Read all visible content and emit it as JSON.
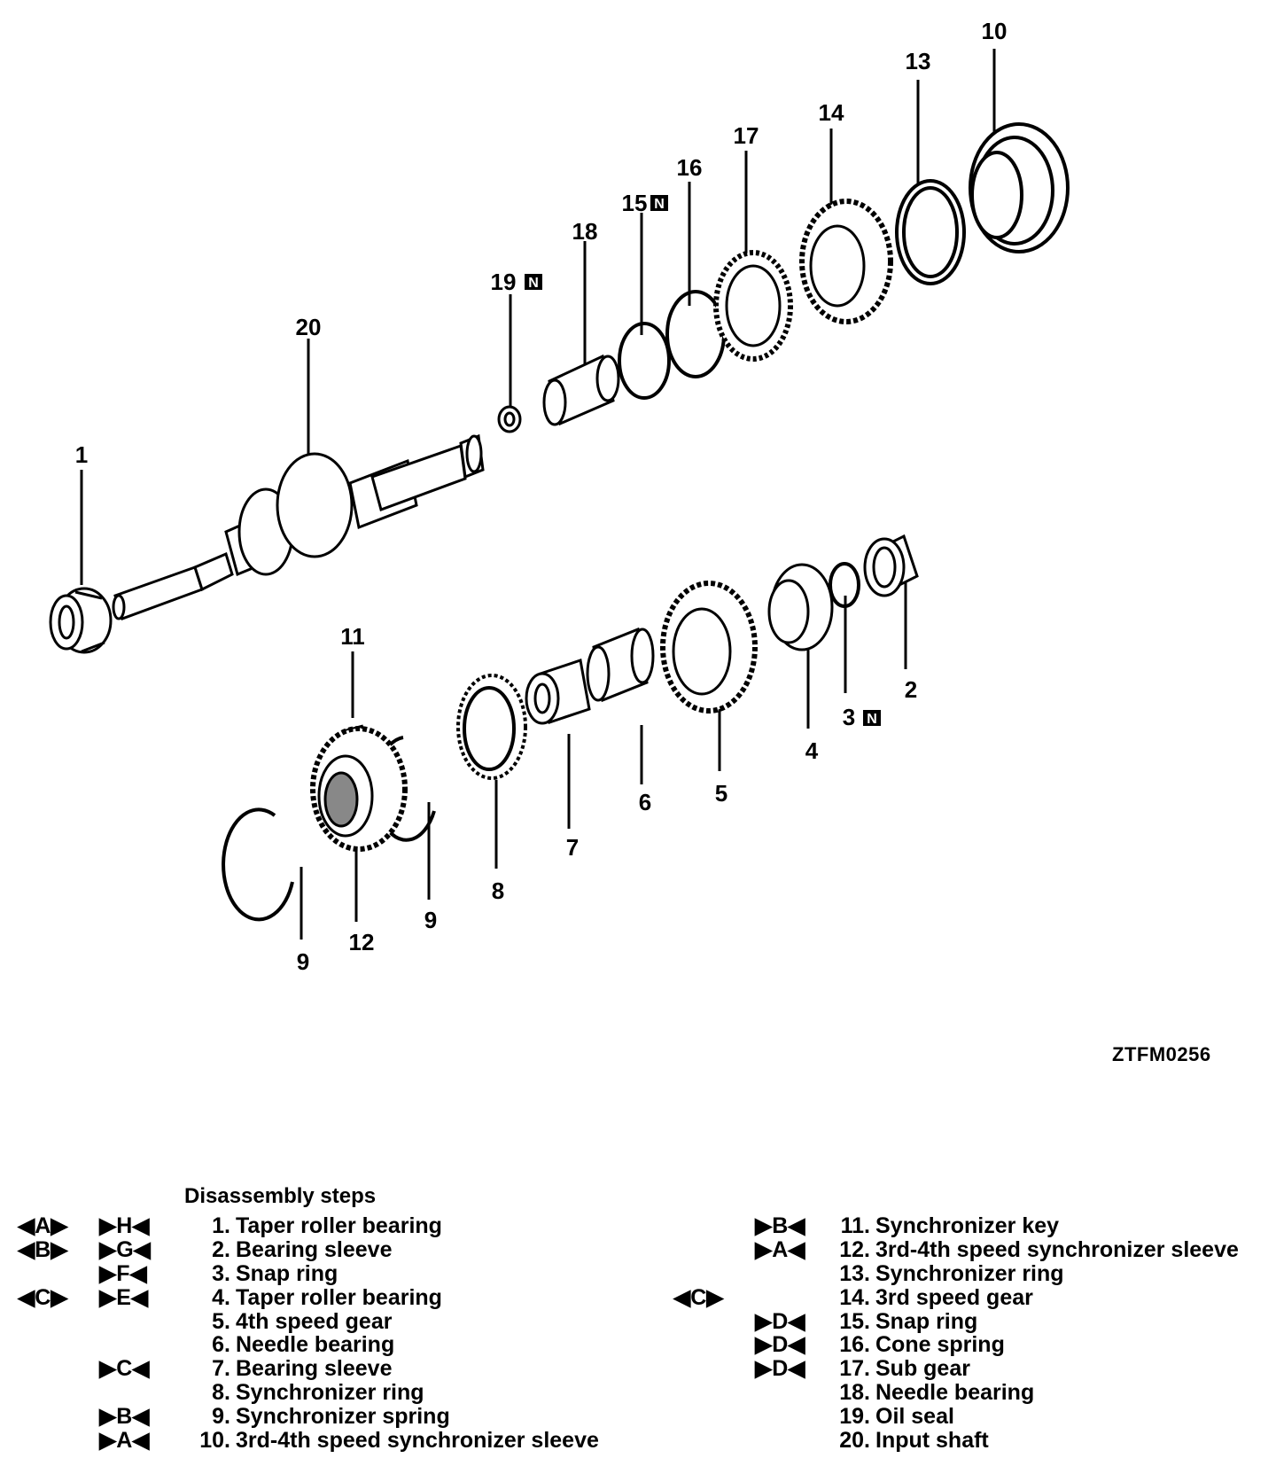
{
  "callouts": {
    "c1": "1",
    "c2": "2",
    "c3": "3",
    "c4": "4",
    "c5": "5",
    "c6": "6",
    "c7": "7",
    "c8": "8",
    "c9a": "9",
    "c9b": "9",
    "c10": "10",
    "c11": "11",
    "c12": "12",
    "c13": "13",
    "c14": "14",
    "c15": "15",
    "c16": "16",
    "c17": "17",
    "c18": "18",
    "c19": "19",
    "c20": "20",
    "n_badge": "N"
  },
  "figure_code": "ZTFM0256",
  "steps_title": "Disassembly steps",
  "steps_left": [
    {
      "m1": "◀A▶",
      "m2": "▶H◀",
      "num": "1.",
      "label": "Taper roller bearing"
    },
    {
      "m1": "◀B▶",
      "m2": "▶G◀",
      "num": "2.",
      "label": "Bearing sleeve"
    },
    {
      "m1": "",
      "m2": "▶F◀",
      "num": "3.",
      "label": "Snap ring"
    },
    {
      "m1": "◀C▶",
      "m2": "▶E◀",
      "num": "4.",
      "label": "Taper roller bearing"
    },
    {
      "m1": "",
      "m2": "",
      "num": "5.",
      "label": "4th speed gear"
    },
    {
      "m1": "",
      "m2": "",
      "num": "6.",
      "label": "Needle bearing"
    },
    {
      "m1": "",
      "m2": "▶C◀",
      "num": "7.",
      "label": "Bearing sleeve"
    },
    {
      "m1": "",
      "m2": "",
      "num": "8.",
      "label": "Synchronizer ring"
    },
    {
      "m1": "",
      "m2": "▶B◀",
      "num": "9.",
      "label": "Synchronizer spring"
    },
    {
      "m1": "",
      "m2": "▶A◀",
      "num": "10.",
      "label": "3rd-4th speed synchronizer sleeve"
    }
  ],
  "steps_right": [
    {
      "m1": "",
      "m2": "▶B◀",
      "num": "11.",
      "label": "Synchronizer key"
    },
    {
      "m1": "",
      "m2": "▶A◀",
      "num": "12.",
      "label": "3rd-4th speed synchronizer sleeve"
    },
    {
      "m1": "",
      "m2": "",
      "num": "13.",
      "label": "Synchronizer ring"
    },
    {
      "m1": "◀C▶",
      "m2": "",
      "num": "14.",
      "label": "3rd speed gear"
    },
    {
      "m1": "",
      "m2": "▶D◀",
      "num": "15.",
      "label": "Snap ring"
    },
    {
      "m1": "",
      "m2": "▶D◀",
      "num": "16.",
      "label": "Cone spring"
    },
    {
      "m1": "",
      "m2": "▶D◀",
      "num": "17.",
      "label": "Sub gear"
    },
    {
      "m1": "",
      "m2": "",
      "num": "18.",
      "label": "Needle bearing"
    },
    {
      "m1": "",
      "m2": "",
      "num": "19.",
      "label": "Oil seal"
    },
    {
      "m1": "",
      "m2": "",
      "num": "20.",
      "label": "Input shaft"
    }
  ]
}
